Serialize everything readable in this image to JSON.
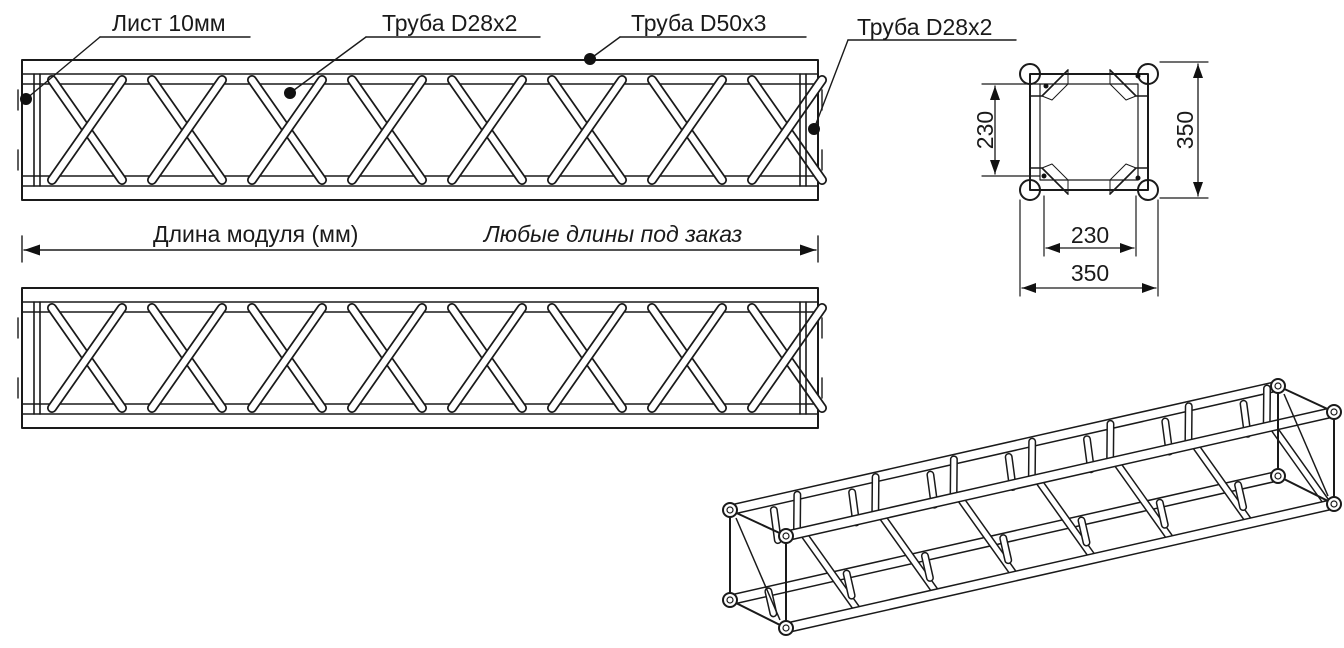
{
  "callouts": {
    "sheet": "Лист 10мм",
    "diag_tube": "Труба D28x2",
    "chord_tube": "Труба D50x3",
    "end_tube": "Труба D28x2"
  },
  "length_dim": {
    "label": "Длина модуля (мм)",
    "note": "Любые длины под заказ"
  },
  "section_dims": {
    "inner_vertical": "230",
    "outer_vertical": "350",
    "inner_horizontal": "230",
    "outer_horizontal": "350"
  }
}
